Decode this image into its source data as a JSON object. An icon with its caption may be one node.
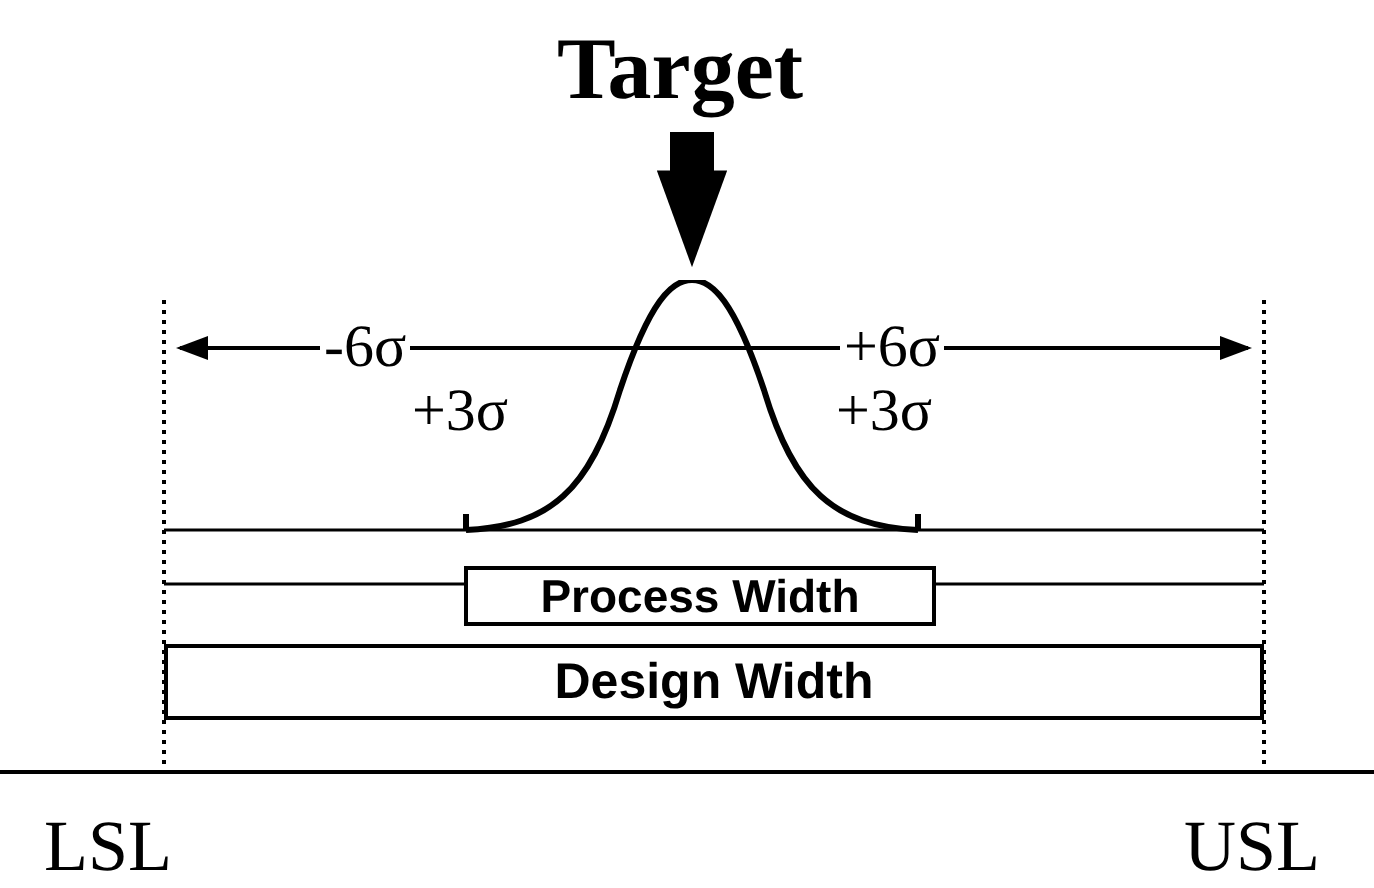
{
  "diagram": {
    "nodes": [
      {
        "text": [
          "Target"
        ]
      },
      {
        "text": [],
        "shape": "curve"
      },
      {
        "text": [
          "Process Width"
        ]
      },
      {
        "text": [
          "Design Width"
        ]
      }
    ],
    "edges": [
      {
        "from": 0,
        "to": 1,
        "arrow": "to"
      }
    ],
    "labels": [
      "-6σ",
      "+6σ",
      "+3σ",
      "+3σ",
      "LSL",
      "USL"
    ]
  }
}
